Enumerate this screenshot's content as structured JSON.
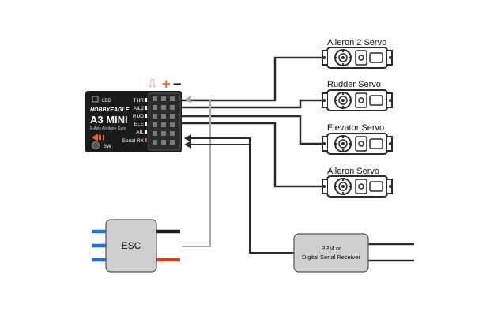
{
  "gyro": {
    "brand": "HOBBYEAGLE",
    "model": "A3 MINI",
    "subtitle": "6-Axis Airplane Gyro",
    "led_label": "LED",
    "sw_label": "SW",
    "ports": [
      "THR",
      "AIL2",
      "RUD",
      "ELE",
      "AIL",
      "Serial RX"
    ],
    "signal_symbol": "⎍",
    "plus_symbol": "+",
    "minus_symbol": "−"
  },
  "servos": [
    "Aileron 2 Servo",
    "Rudder Servo",
    "Elevator Servo",
    "Aileron Servo"
  ],
  "esc": {
    "label": "ESC"
  },
  "receiver": {
    "line1": "PPM or",
    "line2": "Digital Serial Receiver"
  },
  "colors": {
    "wire": "#2a2a2a",
    "gray_wire": "#a9a9a9",
    "blue_wire": "#1f6fd8",
    "red_wire": "#d9401a",
    "box_fill": "#cfcfcf",
    "gyro_body": "#1b1b1b",
    "accent_orange": "#e8661a"
  },
  "icons": {
    "servo": "servo-icon",
    "arrow": "arrow-left-icon"
  }
}
